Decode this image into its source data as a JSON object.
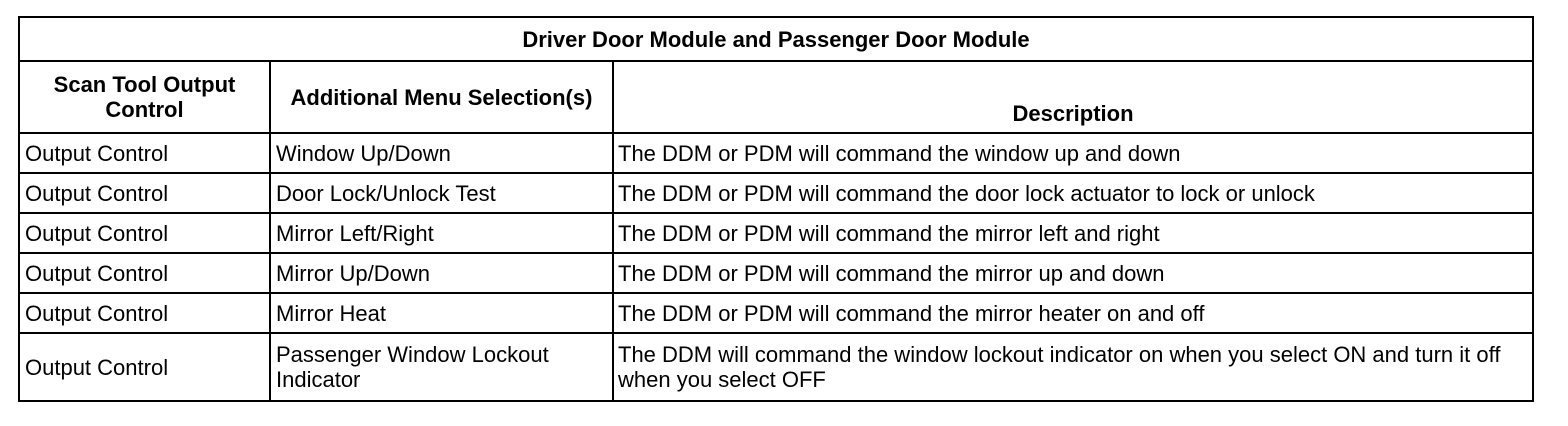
{
  "table": {
    "title": "Driver Door Module and Passenger Door Module",
    "headers": [
      "Scan Tool Output Control",
      "Additional Menu Selection(s)",
      "Description"
    ],
    "rows": [
      [
        "Output Control",
        "Window Up/Down",
        "The DDM or PDM will command the window up and down"
      ],
      [
        "Output Control",
        "Door Lock/Unlock Test",
        "The DDM or PDM will command the door lock actuator to lock or unlock"
      ],
      [
        "Output Control",
        "Mirror Left/Right",
        "The DDM or PDM will command the mirror left and right"
      ],
      [
        "Output Control",
        "Mirror Up/Down",
        "The DDM or PDM will command the mirror up and down"
      ],
      [
        "Output Control",
        "Mirror Heat",
        "The DDM or PDM will command the mirror heater on and off"
      ],
      [
        "Output Control",
        "Passenger Window Lockout Indicator",
        "The DDM will command the window lockout indicator on when you select ON and turn it off when you select OFF"
      ]
    ]
  }
}
